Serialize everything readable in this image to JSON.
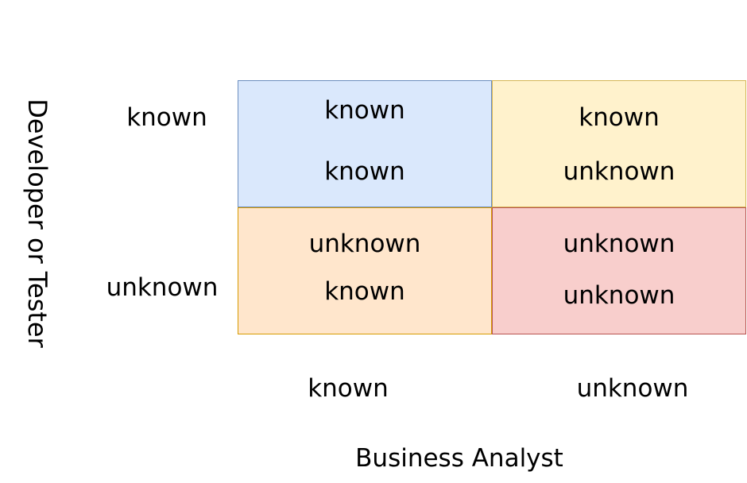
{
  "y_axis": {
    "label": "Developer or Tester",
    "rows": [
      "known",
      "unknown"
    ]
  },
  "x_axis": {
    "label": "Business Analyst",
    "cols": [
      "known",
      "unknown"
    ]
  },
  "cells": [
    {
      "line1": "known",
      "line2": "known",
      "fill": "#dae8fc",
      "stroke": "#6c8ebf"
    },
    {
      "line1": "known",
      "line2": "unknown",
      "fill": "#fff2cc",
      "stroke": "#d6b656"
    },
    {
      "line1": "unknown",
      "line2": "known",
      "fill": "#ffe6cc",
      "stroke": "#d79b00"
    },
    {
      "line1": "unknown",
      "line2": "unknown",
      "fill": "#f8cecc",
      "stroke": "#b85450"
    }
  ]
}
